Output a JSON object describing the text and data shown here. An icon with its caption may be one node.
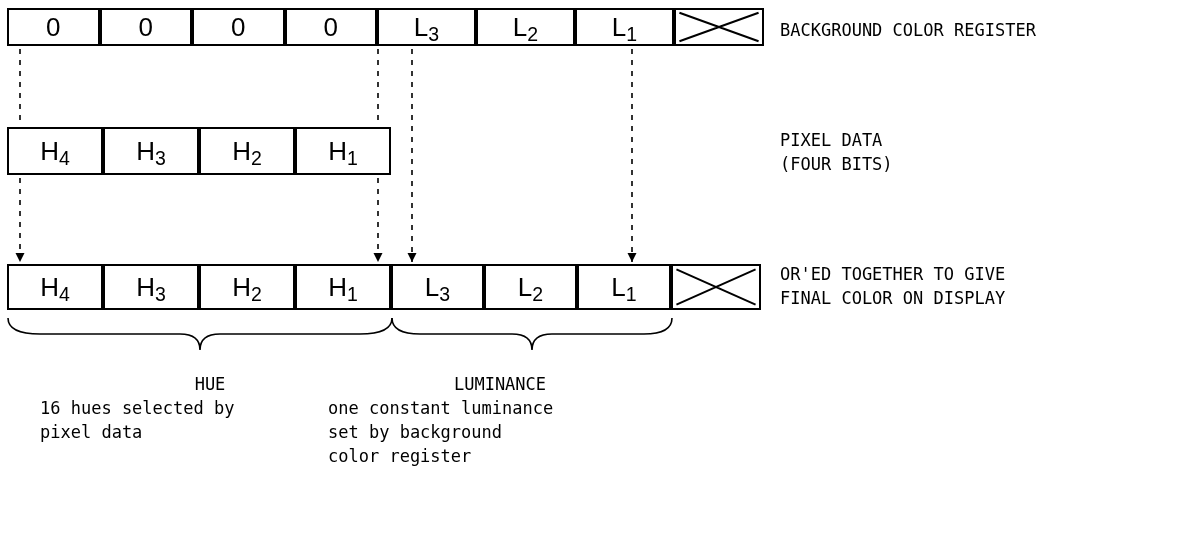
{
  "diagram": {
    "nodes": [
      {
        "text": [
          "0"
        ]
      },
      {
        "text": [
          "0"
        ]
      },
      {
        "text": [
          "0"
        ]
      },
      {
        "text": [
          "0"
        ]
      },
      {
        "text": [
          "L$_{3}$"
        ]
      },
      {
        "text": [
          "L$_{2}$"
        ]
      },
      {
        "text": [
          "L$_{1}$"
        ]
      },
      {
        "text": [],
        "shape": "box"
      },
      {
        "text": [
          "H$_{4}$"
        ]
      },
      {
        "text": [
          "H$_{3}$"
        ]
      },
      {
        "text": [
          "H$_{2}$"
        ]
      },
      {
        "text": [
          "H$_{1}$"
        ]
      },
      {
        "text": [
          "H$_{4}$"
        ]
      },
      {
        "text": [
          "H$_{3}$"
        ]
      },
      {
        "text": [
          "H$_{2}$"
        ]
      },
      {
        "text": [
          "H$_{1}$"
        ]
      },
      {
        "text": [
          "L$_{3}$"
        ]
      },
      {
        "text": [
          "L$_{2}$"
        ]
      },
      {
        "text": [
          "L$_{1}$"
        ]
      },
      {
        "text": [],
        "shape": "box"
      }
    ],
    "edges": [
      {
        "from": 0,
        "to": 8,
        "arrow": "none",
        "style": "dashed"
      },
      {
        "from": 8,
        "to": 12,
        "arrow": "to",
        "style": "dashed"
      },
      {
        "from": 3,
        "to": 11,
        "arrow": "none",
        "style": "dashed"
      },
      {
        "from": 11,
        "to": 15,
        "arrow": "to",
        "style": "dashed"
      },
      {
        "from": 4,
        "to": 16,
        "arrow": "to",
        "style": "dashed"
      },
      {
        "from": 6,
        "to": 18,
        "arrow": "to",
        "style": "dashed"
      }
    ],
    "labels": [
      "BACKGROUND COLOR REGISTER",
      "PIXEL DATA",
      "(FOUR BITS)",
      "OR'ED TOGETHER TO GIVE FINAL COLOR ON DISPLAY",
      "HUE",
      "16 hues selected by pixel data",
      "LUMINANCE",
      "one constant luminance set by background color register"
    ]
  }
}
